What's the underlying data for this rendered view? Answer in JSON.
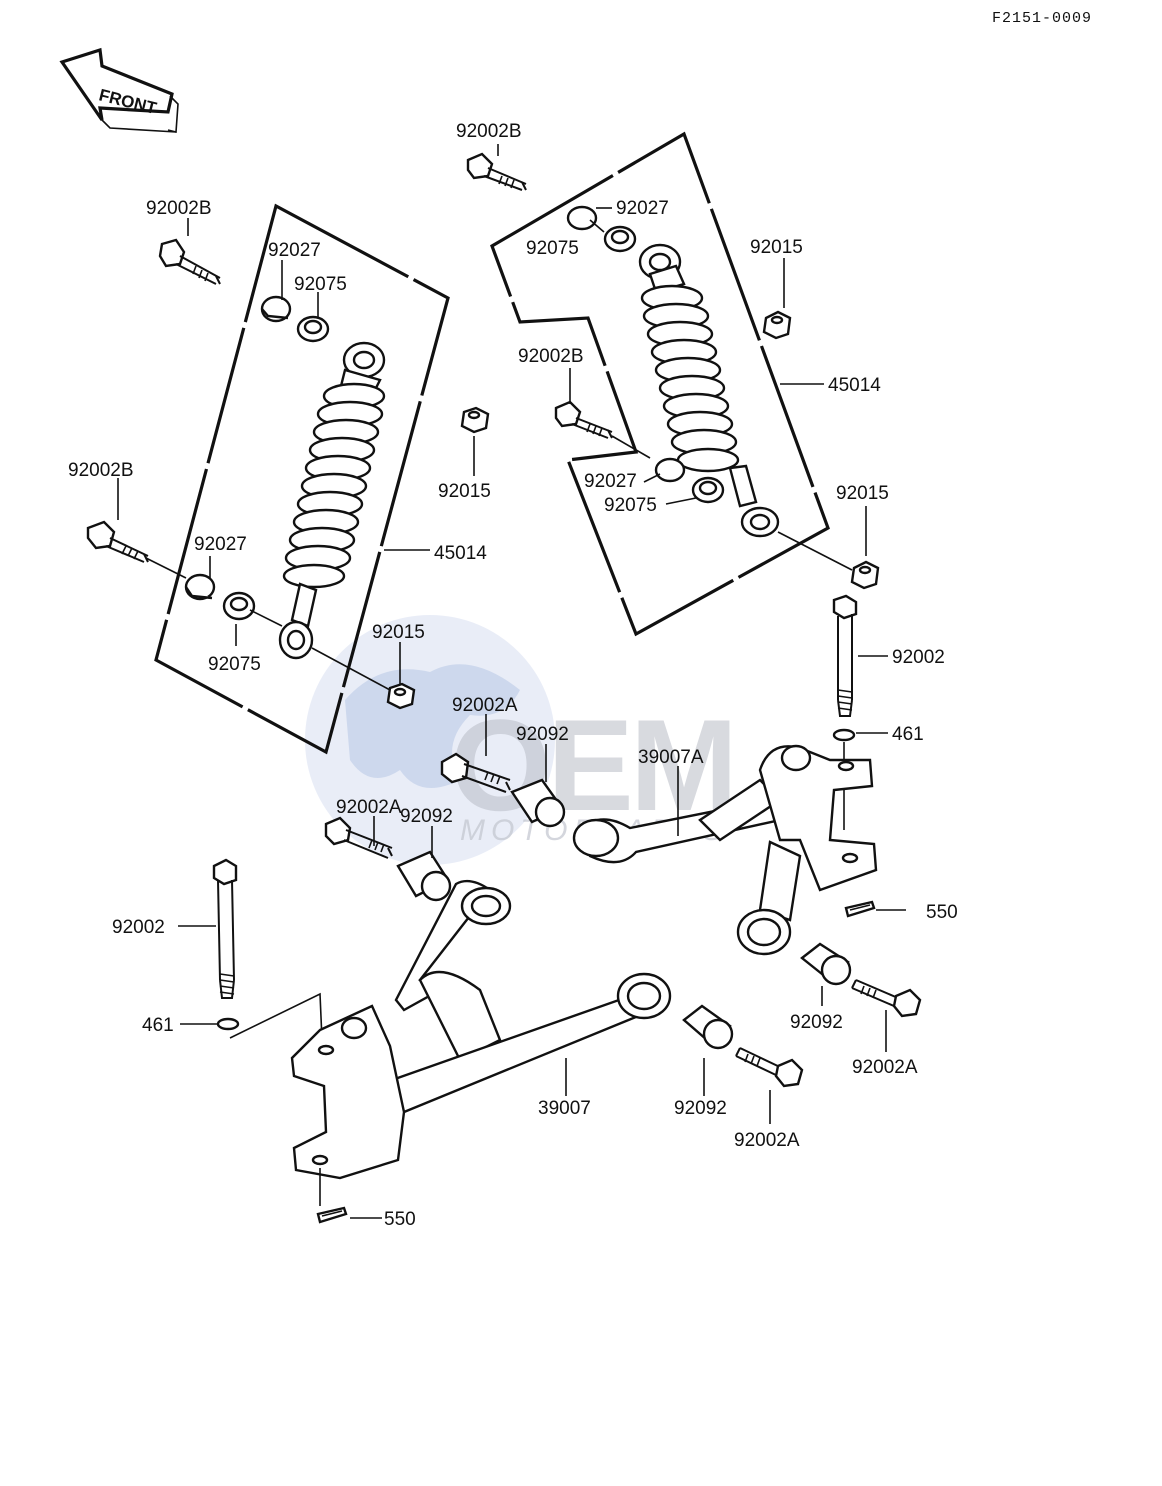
{
  "diagram_code": "F2151-0009",
  "front_arrow_label": "FRONT",
  "watermark": {
    "brand": "OEM",
    "sub": "MOTORPARTS"
  },
  "callouts": {
    "left_top_bolt": "92002B",
    "left_collar_top": "92027",
    "left_bush_top": "92075",
    "left_nut_top": "92015",
    "left_bolt_mid": "92002B",
    "left_collar_mid": "92027",
    "left_shock": "45014",
    "left_bush_mid": "92075",
    "left_nut_mid": "92015",
    "right_top_bolt": "92002B",
    "right_collar_top": "92027",
    "right_bush_top": "92075",
    "right_nut_top": "92015",
    "right_shock": "45014",
    "right_bolt_mid": "92002B",
    "right_collar_mid": "92027",
    "right_bush_mid": "92075",
    "right_nut_low": "92015",
    "right_kingpin": "92002",
    "right_washer": "461",
    "right_arm": "39007A",
    "center_bolt_a": "92002A",
    "center_bush_a": "92092",
    "center_bolt_b": "92002A",
    "center_bush_b": "92092",
    "right_cotter": "550",
    "right_bush_low": "92092",
    "right_bolt_low": "92002A",
    "left_kingpin": "92002",
    "left_washer": "461",
    "left_arm": "39007",
    "left_bush_low": "92092",
    "left_bolt_low": "92002A",
    "left_cotter": "550"
  }
}
